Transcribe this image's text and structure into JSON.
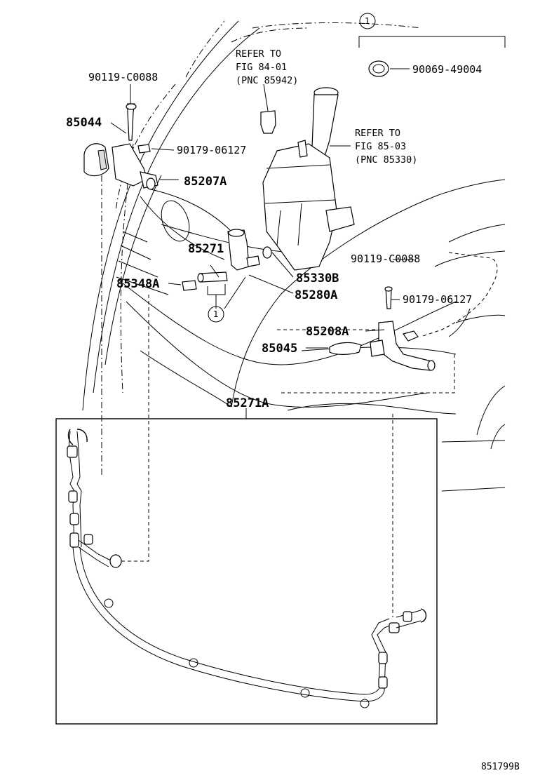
{
  "group_marker": "1",
  "parts": {
    "p1": "90069-49004",
    "p2": "90119-C0088",
    "p3": "85044",
    "p4": "90179-06127",
    "p5": "85207A",
    "p6": "85271",
    "p7": "85348A",
    "p8": "85330B",
    "p9": "85280A",
    "p10": "90119-C0088",
    "p11": "90179-06127",
    "p12": "85208A",
    "p13": "85045",
    "p14": "85271A"
  },
  "refer_notes": [
    {
      "line1": "REFER TO",
      "line2": "FIG 84-01",
      "line3": "(PNC 85942)"
    },
    {
      "line1": "REFER TO",
      "line2": "FIG 85-03",
      "line3": "(PNC 85330)"
    }
  ],
  "figure_id": "851799B"
}
